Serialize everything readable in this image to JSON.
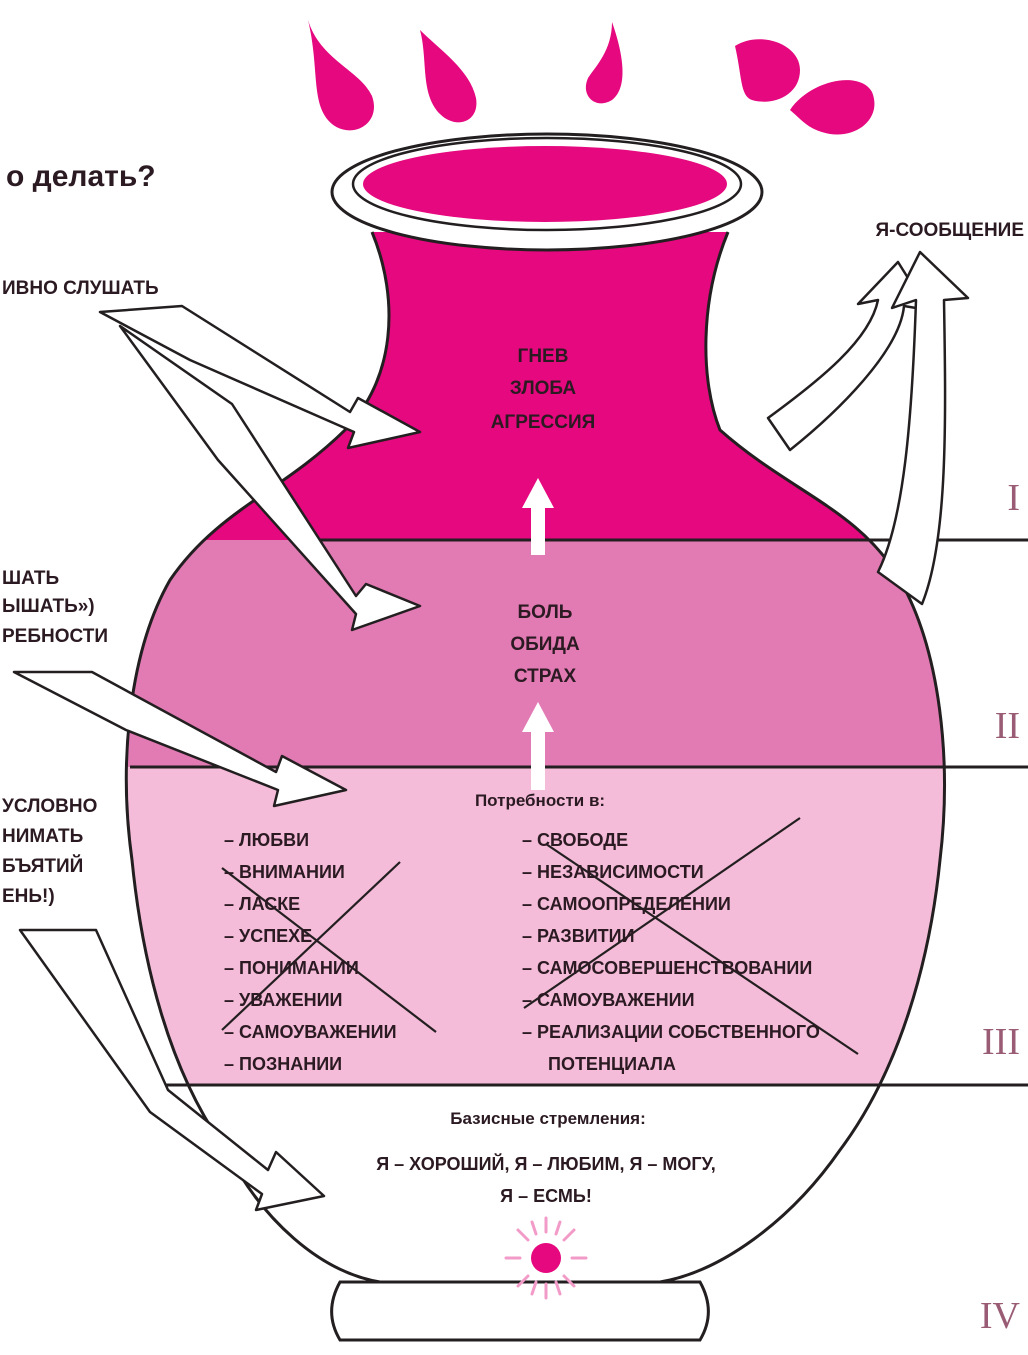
{
  "title": "о делать?",
  "left_labels": {
    "listen": "ИВНО СЛУШАТЬ",
    "hear": [
      "ШАТЬ",
      "ЫШАТЬ»)",
      "РЕБНОСТИ"
    ],
    "accept": [
      "УСЛОВНО",
      "НИМАТЬ",
      "БЪЯТИЙ",
      "ЕНЬ!)"
    ]
  },
  "right_label": "Я-СООБЩЕНИЕ",
  "levels": {
    "level1": [
      "ГНЕВ",
      "ЗЛОБА",
      "АГРЕССИЯ"
    ],
    "level2": [
      "БОЛЬ",
      "ОБИДА",
      "СТРАХ"
    ],
    "needs_title": "Потребности в:",
    "needs_left": [
      "– ЛЮБВИ",
      "– ВНИМАНИИ",
      "– ЛАСКЕ",
      "– УСПЕХЕ",
      "– ПОНИМАНИИ",
      "– УВАЖЕНИИ",
      "– САМОУВАЖЕНИИ",
      "– ПОЗНАНИИ"
    ],
    "needs_right": [
      "– СВОБОДЕ",
      "– НЕЗАВИСИМОСТИ",
      "– САМООПРЕДЕЛЕНИИ",
      "– РАЗВИТИИ",
      "– САМОСОВЕРШЕНСТВОВАНИИ",
      "– САМОУВАЖЕНИИ",
      "– РЕАЛИЗАЦИИ СОБСТВЕННОГО",
      "ПОТЕНЦИАЛА"
    ],
    "basic_title": "Базисные стремления:",
    "basic_line1": "Я – ХОРОШИЙ, Я – ЛЮБИМ, Я – МОГУ,",
    "basic_line2": "Я – ЕСМЬ!"
  },
  "roman": [
    "I",
    "II",
    "III",
    "IV"
  ],
  "colors": {
    "magenta": "#e5087e",
    "pink2": "#e27ab4",
    "pink3": "#f4bcd9",
    "outline": "#231f20"
  }
}
